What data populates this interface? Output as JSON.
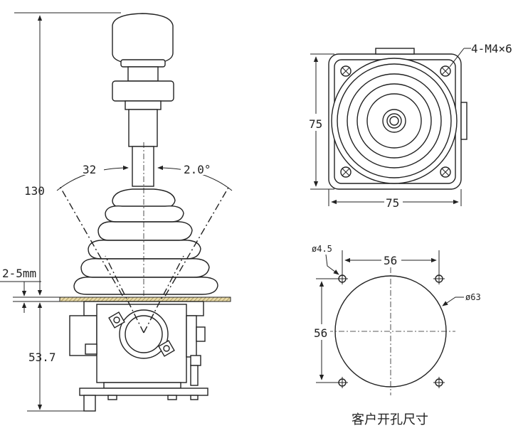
{
  "side_view": {
    "height_total": "130",
    "gap": "2-5mm",
    "height_base": "53.7",
    "angle_left": "32",
    "angle_right": "2.0°"
  },
  "top_view": {
    "width": "75",
    "height": "75",
    "screw_note": "4-M4×6"
  },
  "cutout": {
    "hole_dia": "ø4.5",
    "spacing_h": "56",
    "spacing_v": "56",
    "circle_dia": "ø63",
    "caption": "客户开孔尺寸"
  },
  "colors": {
    "line": "#222222",
    "panel_hatch": "#c8a64a"
  }
}
